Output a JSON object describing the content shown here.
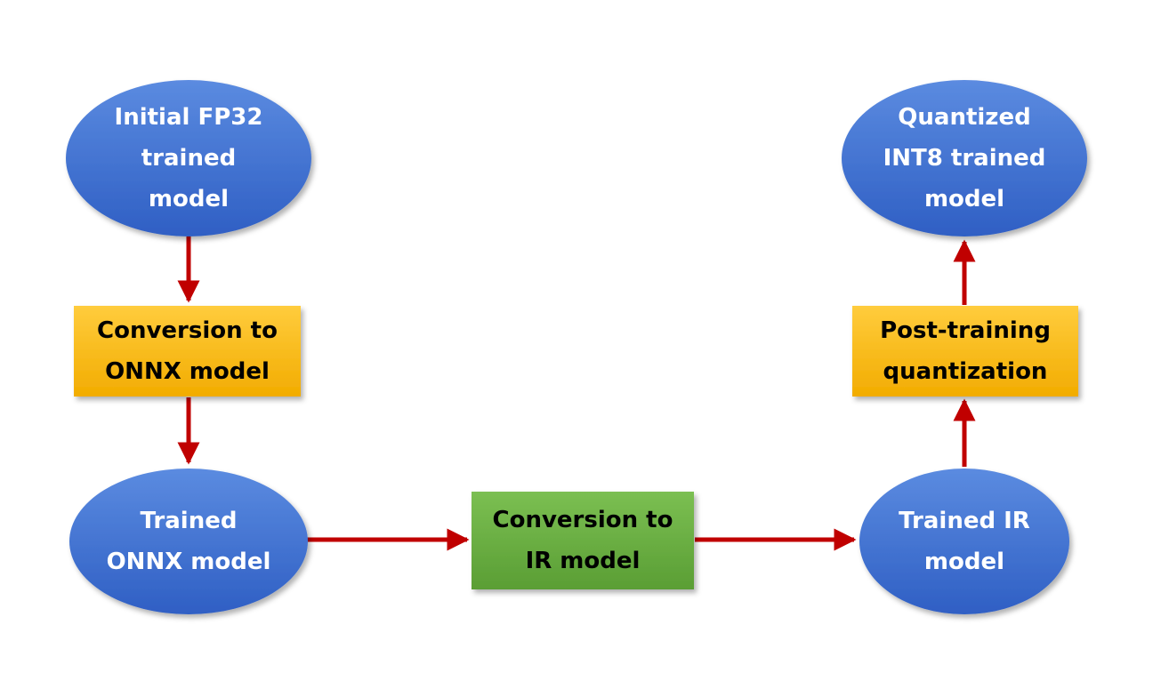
{
  "colors": {
    "ellipse_top": "#5b8be0",
    "ellipse_bottom": "#2f5fc4",
    "orange_top": "#ffcc3d",
    "orange_bottom": "#f2ac00",
    "green_top": "#7bbf52",
    "green_bottom": "#5a9e34",
    "arrow": "#c00000"
  },
  "nodes": {
    "initial_model": {
      "shape": "ellipse",
      "lines": [
        "Initial FP32",
        "trained",
        "model"
      ]
    },
    "onnx_conversion": {
      "shape": "rect",
      "color": "orange",
      "lines": [
        "Conversion to",
        "ONNX model"
      ]
    },
    "onnx_model": {
      "shape": "ellipse",
      "lines": [
        "Trained",
        "ONNX model"
      ]
    },
    "ir_conversion": {
      "shape": "rect",
      "color": "green",
      "lines": [
        "Conversion to",
        "IR model"
      ]
    },
    "ir_model": {
      "shape": "ellipse",
      "lines": [
        "Trained IR",
        "model"
      ]
    },
    "ptq": {
      "shape": "rect",
      "color": "orange",
      "lines": [
        "Post-training",
        "quantization"
      ]
    },
    "quantized_model": {
      "shape": "ellipse",
      "lines": [
        "Quantized",
        "INT8 trained",
        "model"
      ]
    }
  },
  "edges": [
    {
      "from": "initial_model",
      "to": "onnx_conversion"
    },
    {
      "from": "onnx_conversion",
      "to": "onnx_model"
    },
    {
      "from": "onnx_model",
      "to": "ir_conversion"
    },
    {
      "from": "ir_conversion",
      "to": "ir_model"
    },
    {
      "from": "ir_model",
      "to": "ptq"
    },
    {
      "from": "ptq",
      "to": "quantized_model"
    }
  ]
}
